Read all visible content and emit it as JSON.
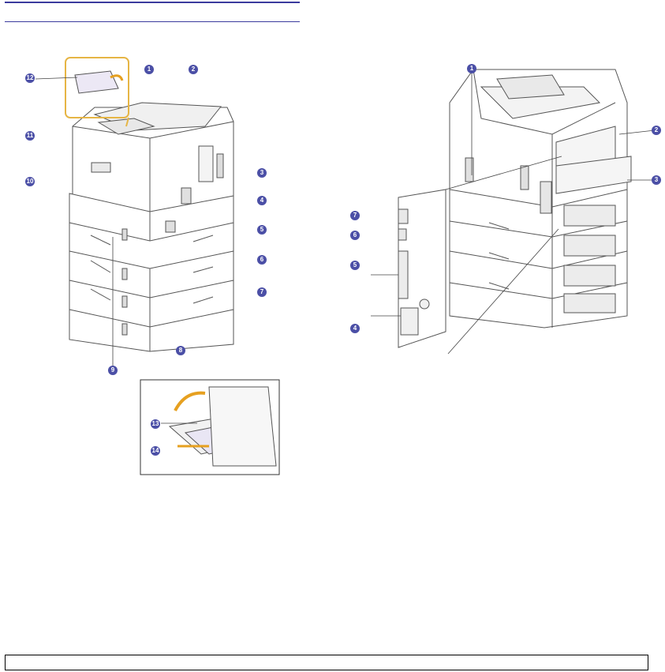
{
  "header": {
    "rule_color": "#3b3b9e"
  },
  "front_view": {
    "callouts": [
      "1",
      "2",
      "3",
      "4",
      "5",
      "6",
      "7",
      "8",
      "9",
      "10",
      "11",
      "12"
    ]
  },
  "rear_view": {
    "callouts": [
      "1",
      "2",
      "3",
      "7",
      "6",
      "5",
      "4"
    ]
  },
  "mp_tray_inset": {
    "callouts": [
      "13",
      "14"
    ]
  }
}
